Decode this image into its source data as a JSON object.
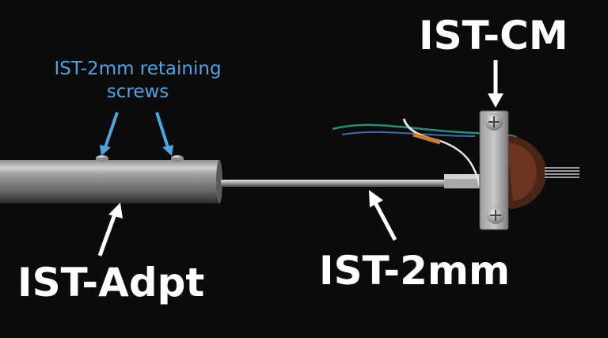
{
  "labels": {
    "cm": "IST-CM",
    "adpt": "IST-Adpt",
    "two_mm": "IST-2mm",
    "screws_line1": "IST-2mm retaining",
    "screws_line2": "screws"
  },
  "colors": {
    "background": "#0b0b0b",
    "label_white": "#ffffff",
    "label_blue": "#4fa3df"
  }
}
